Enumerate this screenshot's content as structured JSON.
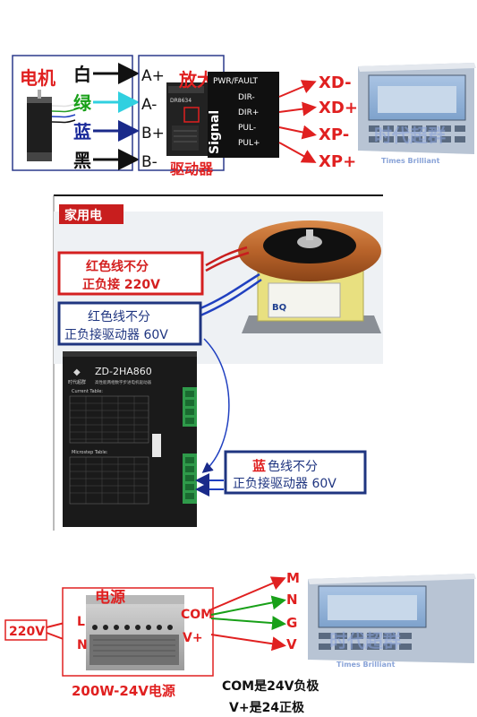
{
  "section1": {
    "motor_label": "电机",
    "wire_colors": [
      "白",
      "绿",
      "蓝",
      "黑"
    ],
    "motor_terminals": [
      "A+",
      "A-",
      "B+",
      "B-"
    ],
    "amp_label": "放大",
    "pwr_fault": "PWR/FAULT",
    "model_small": "DR8634",
    "signal_text": "Signal",
    "signal_terminals": [
      "DIR-",
      "DIR+",
      "PUL-",
      "PUL+"
    ],
    "driver_label": "驱动器",
    "controller_terminals": [
      "XD-",
      "XD+",
      "XP-",
      "XP+"
    ],
    "watermark": "时代超群",
    "watermark_en": "Times Brilliant"
  },
  "section2": {
    "header": "家用电",
    "box_red_line1": "红色线不分",
    "box_red_line2": "正负接 220V",
    "box_blue_line1": "红色线不分",
    "box_blue_line2": "正负接驱动器 60V",
    "box_lower_highlight": "蓝",
    "box_lower_rest": "色线不分",
    "box_lower_line2": "正负接驱动器 60V",
    "driver_brand": "时代超群",
    "driver_model": "ZD-2HA860",
    "driver_sub": "高性能两相数字步进电机驱动器",
    "current_table": "Current Table:",
    "microstep_table": "Microstep Table:"
  },
  "section3": {
    "psu_label": "电源",
    "input_voltage": "220V",
    "input_terminals": [
      "L",
      "N"
    ],
    "output_terminals": [
      "COM",
      "V+"
    ],
    "psu_caption": "200W-24V电源",
    "controller_terminals": [
      "M",
      "N",
      "G",
      "V"
    ],
    "note_line1": "COM是24V负极",
    "note_line2": "V+是24正极",
    "watermark": "时代超群",
    "watermark_en": "Times Brilliant"
  },
  "colors": {
    "red": "#e02020",
    "blue": "#203080",
    "green": "#18a018",
    "cyan": "#30d0e0",
    "header_red": "#c81e1e"
  }
}
